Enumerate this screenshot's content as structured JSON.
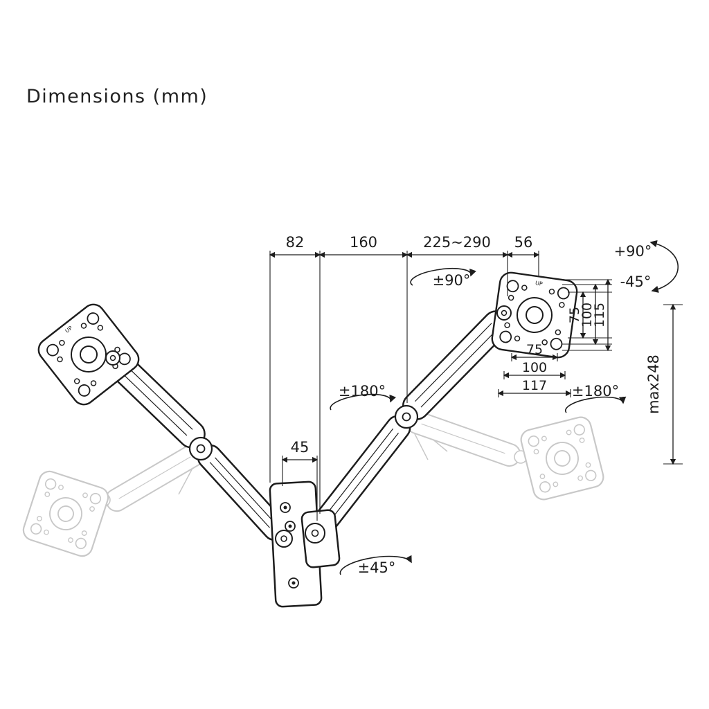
{
  "title": "Dimensions (mm)",
  "labels": {
    "dim_82": "82",
    "dim_160": "160",
    "dim_225_290": "225~290",
    "dim_56": "56",
    "tilt_up": "+90°",
    "tilt_down": "-45°",
    "swivel_top": "±90°",
    "rotate_mid": "±180°",
    "rotate_right": "±180°",
    "swivel_bottom": "±45°",
    "vesa_v_75": "75",
    "vesa_v_100": "100",
    "vesa_v_115": "115",
    "vesa_h_75": "75",
    "vesa_h_100": "100",
    "vesa_h_117": "117",
    "height_max": "max248",
    "wall_depth": "45",
    "up_label": "UP"
  },
  "colors": {
    "line": "#1d1d1d",
    "ghost": "#c8c8c8",
    "background": "#ffffff"
  }
}
